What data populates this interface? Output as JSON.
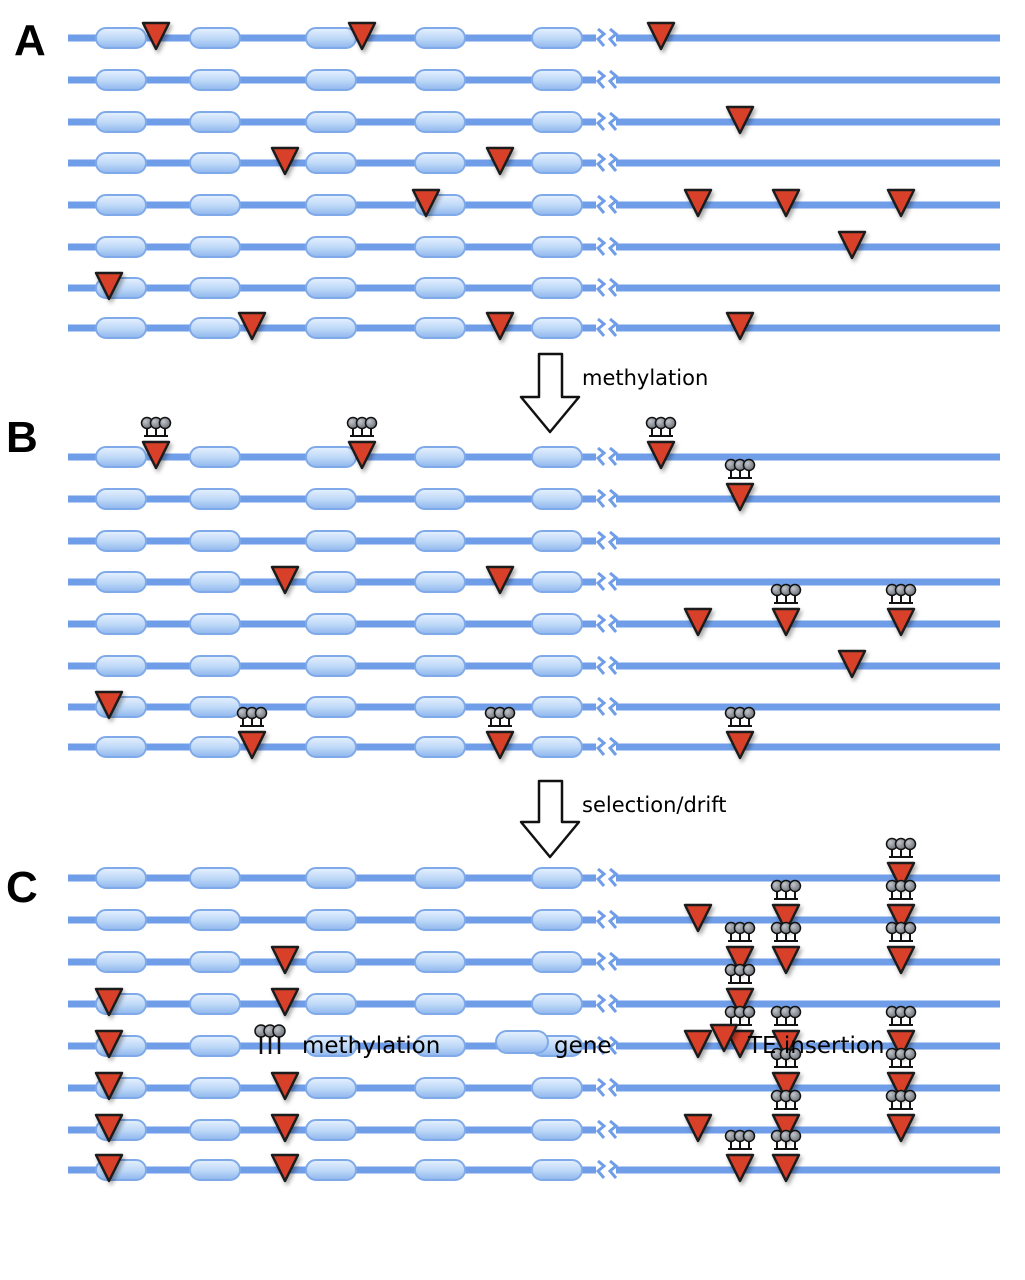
{
  "panels": [
    {
      "label": "A"
    },
    {
      "label": "B"
    },
    {
      "label": "C"
    }
  ],
  "steps": [
    {
      "label": "methylation"
    },
    {
      "label": "selection/drift"
    }
  ],
  "legend": {
    "methylation": "methylation",
    "gene": "gene",
    "te": "TE insertion"
  },
  "colors": {
    "chromosome": "#6f9de8",
    "gene_fill": "#bcd7f7",
    "gene_stroke": "#7fa9e8",
    "te_fill": "#d8412c",
    "te_stroke": "#1a1a1a",
    "methyl_fill": "#8a8f96"
  },
  "icons": {
    "te": "te-insertion-triangle-icon",
    "methyl": "methylation-lollipop-icon",
    "gene": "gene-capsule-icon"
  }
}
